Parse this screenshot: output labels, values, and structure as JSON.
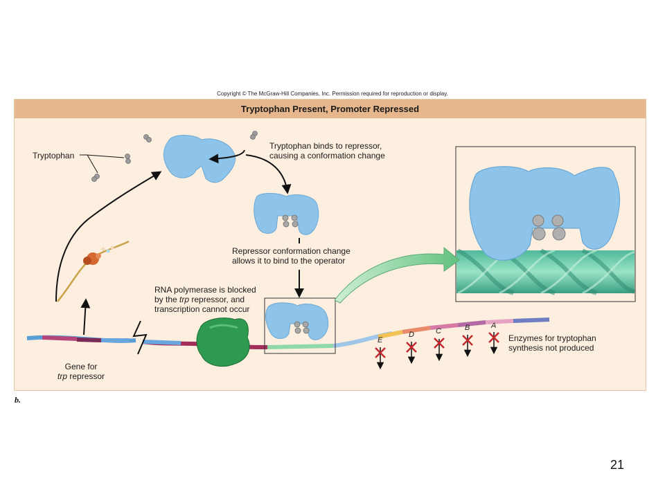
{
  "copyright": "Copyright © The McGraw-Hill Companies, Inc. Permission required for reproduction or display.",
  "title": "Tryptophan Present, Promoter Repressed",
  "labels": {
    "tryptophan": "Tryptophan",
    "binds_line1": "Tryptophan binds to repressor,",
    "binds_line2": "causing a conformation change",
    "conformation_line1": "Repressor conformation change",
    "conformation_line2": "allows it to bind to the operator",
    "rnapol_line1": "RNA polymerase is blocked",
    "rnapol_line2_pre": "by the ",
    "rnapol_line2_ital": "trp",
    "rnapol_line2_post": " repressor, and",
    "rnapol_line3": "transcription cannot occur",
    "gene_line1": "Gene for",
    "gene_line2_ital": "trp",
    "gene_line2_post": " repressor",
    "enzymes_line1": "Enzymes for tryptophan",
    "enzymes_line2": "synthesis not produced"
  },
  "genes": [
    "E",
    "D",
    "C",
    "B",
    "A"
  ],
  "panel_label": "b.",
  "page_number": "21",
  "colors": {
    "title_bar": "#e6b68c",
    "background": "#fcefdf",
    "repressor": "#8ec3ea",
    "rna_polymerase": "#2e9a4f",
    "dna_operator": "#7fd3b5",
    "block_x": "#c0282d"
  }
}
